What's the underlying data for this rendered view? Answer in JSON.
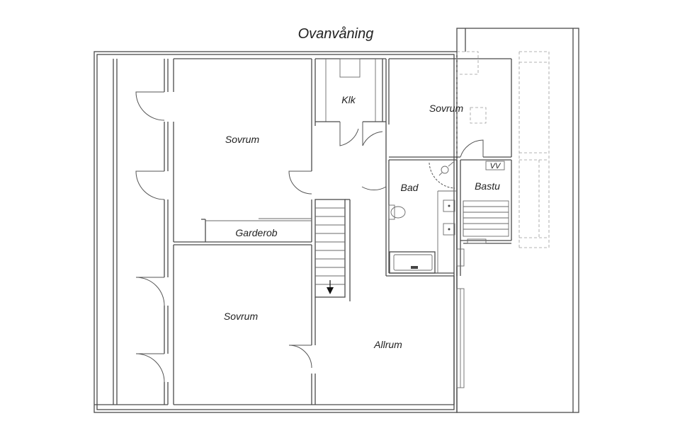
{
  "title": "Ovanvåning",
  "rooms": {
    "sovrum_top": "Sovrum",
    "klk": "Klk",
    "sovrum_right": "Sovrum",
    "bad": "Bad",
    "bastu": "Bastu",
    "vv": "VV",
    "garderob": "Garderob",
    "sovrum_bottom": "Sovrum",
    "allrum": "Allrum"
  },
  "icons": {
    "stair_direction": "down-arrow-icon",
    "toilet": "toilet-icon",
    "shower": "shower-icon",
    "bathtub": "bathtub-icon",
    "sink": "sink-icon"
  }
}
